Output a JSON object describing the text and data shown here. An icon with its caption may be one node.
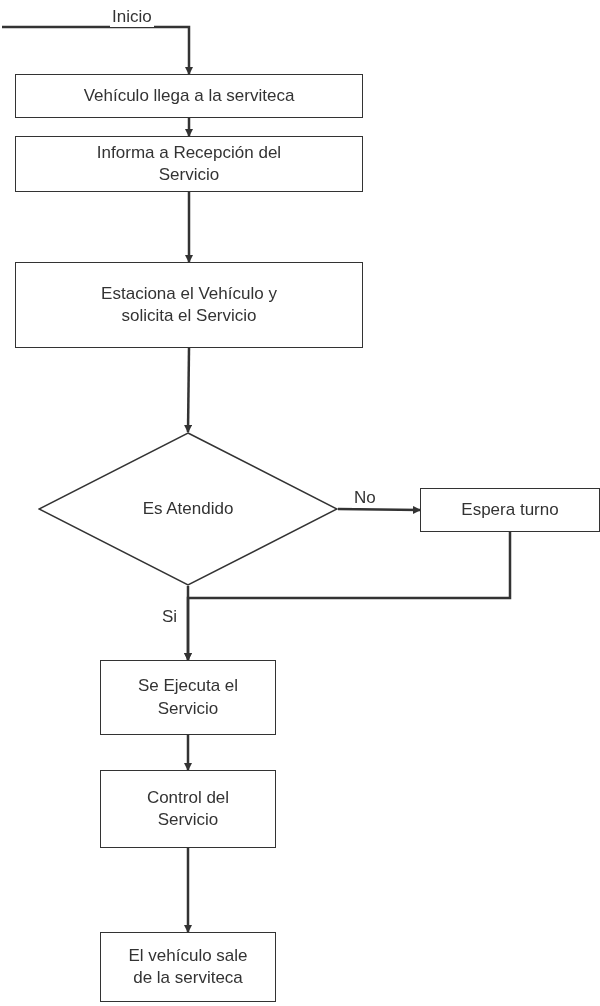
{
  "diagram": {
    "nodes": [
      {
        "text": [
          "Vehículo llega a la serviteca"
        ]
      },
      {
        "text": [
          "Informa a Recepción del Servicio"
        ]
      },
      {
        "text": [
          "Estaciona el Vehículo y solicita el Servicio"
        ]
      },
      {
        "text": [
          "Es Atendido"
        ]
      },
      {
        "text": [
          "Espera turno"
        ]
      },
      {
        "text": [
          "Se Ejecuta el Servicio"
        ]
      },
      {
        "text": [
          "Control del Servicio"
        ]
      },
      {
        "text": [
          "El vehículo sale de la serviteca"
        ]
      }
    ],
    "edges": [
      {
        "from": null,
        "to": 0,
        "arrow": "to",
        "label": "Inicio"
      },
      {
        "from": 0,
        "to": 1,
        "arrow": "to"
      },
      {
        "from": 1,
        "to": 2,
        "arrow": "to"
      },
      {
        "from": 2,
        "to": 3,
        "arrow": "to"
      },
      {
        "from": 3,
        "to": 4,
        "arrow": "to",
        "label": "No"
      },
      {
        "from": 3,
        "to": 5,
        "arrow": "to",
        "label": "Si"
      },
      {
        "from": 4,
        "to": 5,
        "arrow": "to"
      },
      {
        "from": 5,
        "to": 6,
        "arrow": "to"
      },
      {
        "from": 6,
        "to": 7,
        "arrow": "to"
      }
    ]
  }
}
